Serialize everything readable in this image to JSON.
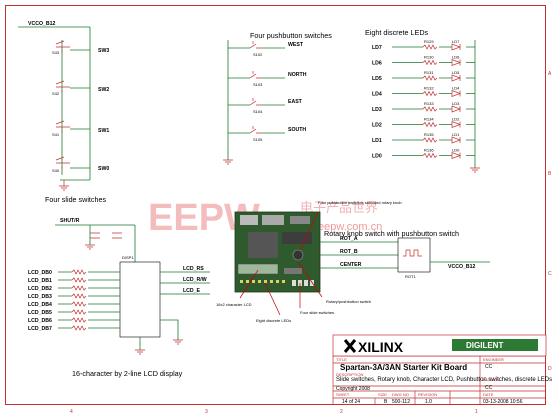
{
  "watermark": {
    "brand": "EEPW",
    "chinese": "电子产品世界",
    "url": "eepw.com.cn"
  },
  "nets": {
    "vcco": "VCCO_B12",
    "vcco_right": "VCCO_B12"
  },
  "slide_switches": {
    "caption": "Four slide switches",
    "labels": [
      "SW3",
      "SW2",
      "SW1",
      "SW0"
    ],
    "refs": [
      "S43",
      "S42",
      "S41",
      "S40"
    ]
  },
  "pushbuttons": {
    "caption": "Four pushbutton switches",
    "labels": [
      "WEST",
      "NORTH",
      "EAST",
      "SOUTH"
    ],
    "refs": [
      "S102",
      "S103",
      "S104",
      "S105"
    ]
  },
  "leds": {
    "caption": "Eight discrete LEDs",
    "labels": [
      "LD7",
      "LD6",
      "LD5",
      "LD4",
      "LD3",
      "LD2",
      "LD1",
      "LD0"
    ],
    "resistors": [
      "R129",
      "R130",
      "R131",
      "R132",
      "R133",
      "R134",
      "R135",
      "R136"
    ],
    "diodes": [
      "LD7",
      "LD6",
      "LD5",
      "LD4",
      "LD3",
      "LD2",
      "LD1",
      "LD0"
    ]
  },
  "lcd": {
    "caption": "16-character by 2-line LCD display",
    "net_top": "SHUT/R",
    "data_lines": [
      "LCD_DB0",
      "LCD_DB1",
      "LCD_DB2",
      "LCD_DB3",
      "LCD_DB4",
      "LCD_DB5",
      "LCD_DB6",
      "LCD_DB7"
    ],
    "right_lines": [
      "LCD_RS",
      "LCD_R/W",
      "LCD_E"
    ],
    "ref": "DISP1"
  },
  "rotary": {
    "caption": "Rotary knob switch with pushbutton switch",
    "lines": [
      "ROT_A",
      "ROT_B",
      "CENTER"
    ],
    "ref": "ROT1",
    "vcc": "VCCO_B12"
  },
  "board_callouts": {
    "pushbuttons_rotary": "Four pushbutton switches surround rotary knob",
    "lcd": "16x2 character LCD",
    "rotary_pb": "Rotary/pushbutton switch",
    "slide": "Four slide switches",
    "leds": "Eight discrete LEDs"
  },
  "title_block": {
    "xilinx": "XILINX",
    "digilent": "DIGILENT",
    "title_label": "TITLE",
    "title": "Spartan-3A/3AN Starter Kit Board",
    "desc_label": "DESCRIPTION",
    "description": "Slide switches, Rotary knob, Character LCD, Pushbutton switches, discrete LEDs",
    "copyright": "Copyright 2008",
    "engineer_label": "ENGINEER",
    "engineer": "CC",
    "author_label": "AUTHOR",
    "author": "CC",
    "sheet_label": "SHEET",
    "sheet": "14 of 24",
    "size_label": "SIZE",
    "size": "B",
    "dwg_label": "DWG NO",
    "dwg": "500-112",
    "rev_label": "REVISION",
    "rev": "1.0",
    "date_label": "DATE",
    "date": "03-13-2008 10:56"
  },
  "frame": {
    "zones_bottom": [
      "4",
      "3",
      "2",
      "1"
    ],
    "zones_side": [
      "A",
      "B",
      "C",
      "D"
    ]
  }
}
